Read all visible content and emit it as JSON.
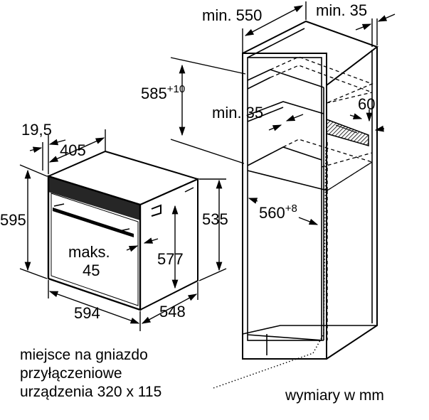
{
  "dimensions": {
    "cabinet_depth": "min. 550",
    "cabinet_side_gap": "min. 35",
    "niche_height_base": "585",
    "niche_height_tol": "+10",
    "vent_gap": "min. 35",
    "vent_height": "60",
    "niche_width_base": "560",
    "niche_width_tol": "+8",
    "front_offset": "19,5",
    "top_depth": "405",
    "oven_height": "595",
    "oven_body_height": "535",
    "oven_inner_height": "577",
    "oven_width": "594",
    "oven_depth": "548",
    "handle_depth_label": "maks.",
    "handle_depth_value": "45"
  },
  "notes": {
    "socket_line1": "miejsce na gniazdo",
    "socket_line2": "przyłączeniowe",
    "socket_line3": "urządzenia 320 x 115",
    "units": "wymiary w mm"
  }
}
